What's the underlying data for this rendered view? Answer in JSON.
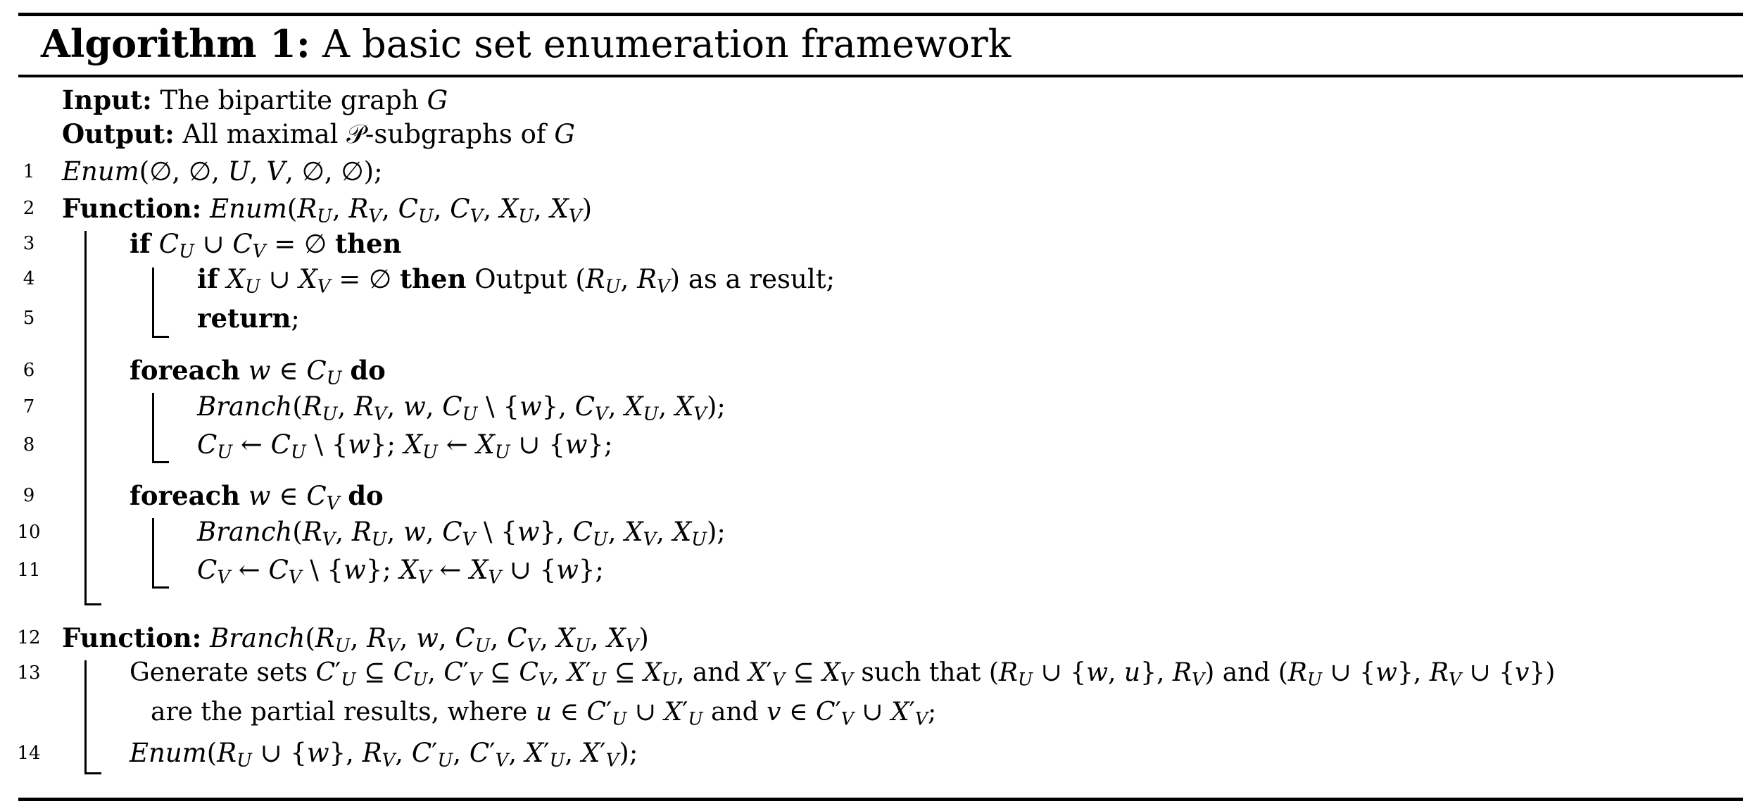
{
  "algorithm": {
    "label": "Algorithm 1:",
    "title": "A basic set enumeration framework"
  },
  "io": {
    "input_label": "Input:",
    "input_text": "The bipartite graph G",
    "output_label": "Output:",
    "output_text": "All maximal 𝒫-subgraphs of G"
  },
  "lines": [
    {
      "num": "1",
      "text": "Enum(∅, ∅, U, V, ∅, ∅);"
    },
    {
      "num": "2",
      "kw": "Function:",
      "text": "Enum(R_U, R_V, C_U, C_V, X_U, X_V)"
    },
    {
      "num": "3",
      "kw": "if",
      "text": "C_U ∪ C_V = ∅",
      "kw2": "then"
    },
    {
      "num": "4",
      "kw": "if",
      "text": "X_U ∪ X_V = ∅",
      "kw2": "then",
      "text2": "Output (R_U, R_V) as a result;"
    },
    {
      "num": "5",
      "kw": "return",
      "text": ";"
    },
    {
      "num": "6",
      "kw": "foreach",
      "text": "w ∈ C_U",
      "kw2": "do"
    },
    {
      "num": "7",
      "text": "Branch(R_U, R_V, w, C_U \\ {w}, C_V, X_U, X_V);"
    },
    {
      "num": "8",
      "text": "C_U ← C_U \\ {w}; X_U ← X_U ∪ {w};"
    },
    {
      "num": "9",
      "kw": "foreach",
      "text": "w ∈ C_V",
      "kw2": "do"
    },
    {
      "num": "10",
      "text": "Branch(R_V, R_U, w, C_V \\ {w}, C_U, X_V, X_U);"
    },
    {
      "num": "11",
      "text": "C_V ← C_V \\ {w}; X_V ← X_V ∪ {w};"
    },
    {
      "num": "12",
      "kw": "Function:",
      "text": "Branch(R_U, R_V, w, C_U, C_V, X_U, X_V)"
    },
    {
      "num": "13",
      "text": "Generate sets C′_U ⊆ C_U, C′_V ⊆ C_V, X′_U ⊆ X_U, and X′_V ⊆ X_V such that (R_U ∪ {w, u}, R_V) and (R_U ∪ {w}, R_V ∪ {v})",
      "text2": "are the partial results, where u ∈ C′_U ∪ X′_U and v ∈ C′_V ∪ X′_V;"
    },
    {
      "num": "14",
      "text": "Enum(R_U ∪ {w}, R_V, C′_U, C′_V, X′_U, X′_V);"
    }
  ]
}
